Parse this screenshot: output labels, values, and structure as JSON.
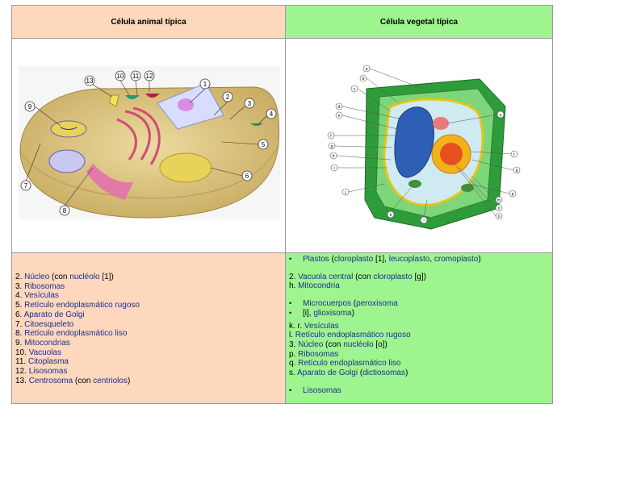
{
  "headers": {
    "animal": "Célula animal típica",
    "plant": "Célula vegetal típica"
  },
  "animal_figure": {
    "labels": [
      "1",
      "2",
      "3",
      "4",
      "5",
      "6",
      "7",
      "8",
      "9",
      "10",
      "11",
      "12",
      "13"
    ]
  },
  "plant_figure": {
    "labels": [
      "a",
      "b",
      "c",
      "d",
      "e",
      "f",
      "g",
      "h",
      "i",
      "j",
      "k",
      "l",
      "m",
      "n",
      "o",
      "p",
      "q",
      "r",
      "s"
    ]
  },
  "animal_list": [
    {
      "num": "2.",
      "link": "Núcleo",
      "rest": " (con ",
      "link2": "nucléolo",
      "tail": " [1])"
    },
    {
      "num": "3.",
      "link": "Ribosomas"
    },
    {
      "num": "4.",
      "link": "Vesículas"
    },
    {
      "num": "5.",
      "link": "Retículo endoplasmático rugoso"
    },
    {
      "num": "6.",
      "link": "Aparato de Golgi"
    },
    {
      "num": "7.",
      "link": "Citoesqueleto"
    },
    {
      "num": "8.",
      "link": "Retículo endoplasmático liso"
    },
    {
      "num": "9.",
      "link": "Mitocondrias"
    },
    {
      "num": "10.",
      "link": "Vacuolas"
    },
    {
      "num": "11.",
      "link": "Citoplasma"
    },
    {
      "num": "12.",
      "link": "Lisosomas"
    },
    {
      "num": "13.",
      "link": "Centrosoma",
      "rest": " (con ",
      "link2": "centriolos",
      "tail": ")"
    }
  ],
  "plant_list": {
    "b1": {
      "bullet": "•",
      "link": "Plastos",
      "rest": " (",
      "link2": "cloroplasto",
      "mid": " [1], ",
      "link3": "leucoplasto",
      "mid2": ", ",
      "link4": "cromoplasto",
      "tail": ")"
    },
    "l2": {
      "prefix": "2. ",
      "link": "Vacuola central",
      "rest": " (con ",
      "link2": "cloroplasto",
      "tail": " [g])"
    },
    "l3": {
      "prefix": "h. ",
      "link": "Mitocondria"
    },
    "b2": {
      "bullet": "•",
      "link": "Microcuerpos",
      "rest": " (",
      "link2": "peroxisoma"
    },
    "b3": {
      "bullet": "•",
      "text": "[i], ",
      "link": "glioxisoma",
      "tail": ")"
    },
    "l4": {
      "prefix": "k. r. ",
      "link": "Vesículas"
    },
    "l5": {
      "prefix": "l. ",
      "link": "Retículo endoplasmático rugoso"
    },
    "l6": {
      "prefix": "3. ",
      "link": "Núcleo",
      "rest": " (con ",
      "link2": "nucléolo",
      "tail": " [o])"
    },
    "l7": {
      "prefix": "p. ",
      "link": "Ribosomas"
    },
    "l8": {
      "prefix": "q. ",
      "link": "Retículo endoplasmático liso"
    },
    "l9": {
      "prefix": "s. ",
      "link": "Aparato de Golgi",
      "rest": " (",
      "link2": "dictiosomas",
      "tail": ")"
    },
    "b4": {
      "bullet": "•",
      "link": "Lisosomas"
    }
  },
  "colors": {
    "animal_bg": "#fdd8bd",
    "plant_bg": "#9ef58f",
    "link": "#1d2d8c",
    "border": "#9a9a9a"
  }
}
